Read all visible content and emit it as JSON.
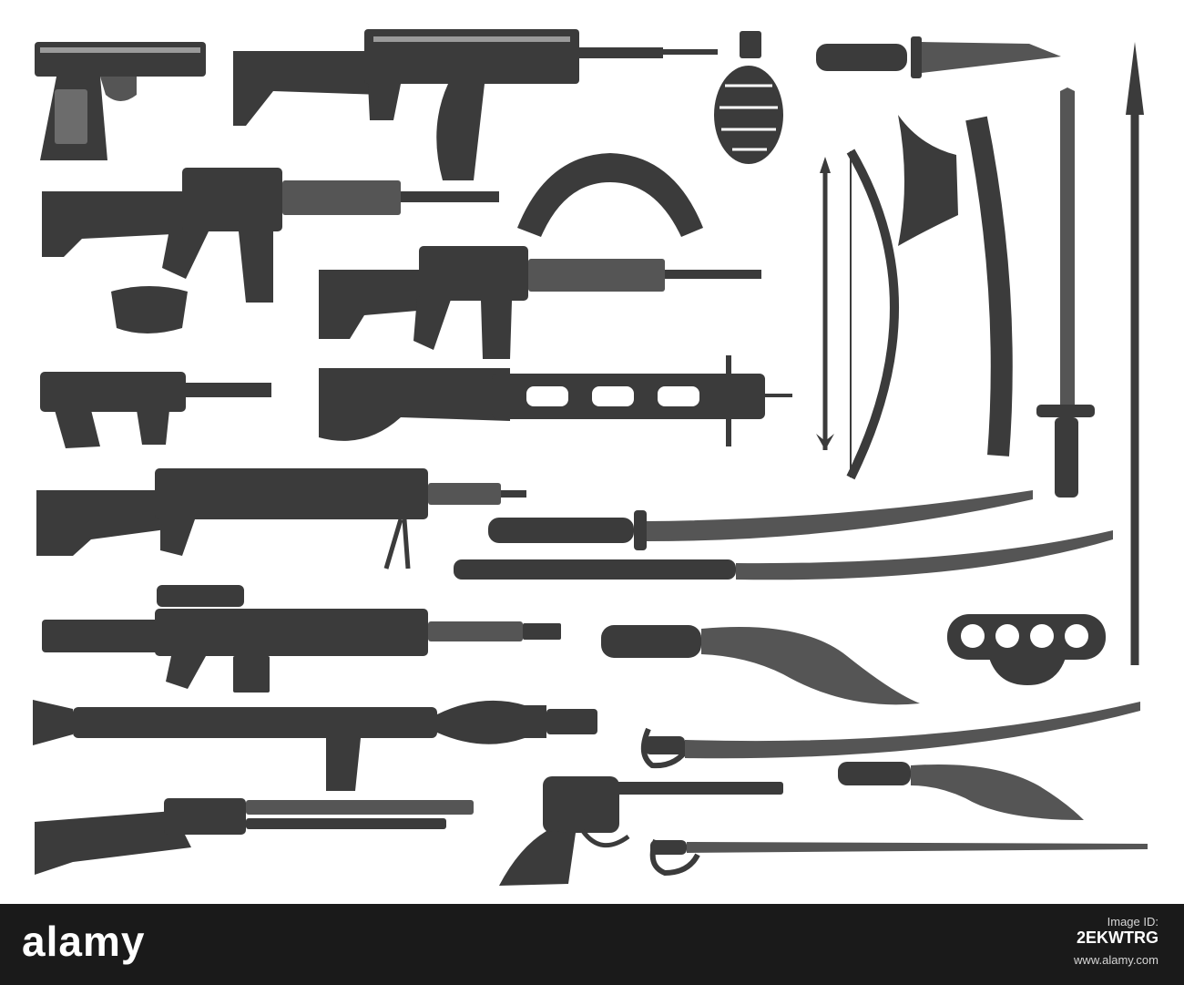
{
  "image": {
    "subject": "weapons",
    "style": "monochrome engraving",
    "colors": {
      "ink": "#3b3b3b",
      "background": "#ffffff",
      "footer": "#1a1a1a"
    }
  },
  "footer": {
    "brand": "alamy",
    "stock_id_label": "Image ID:",
    "stock_id": "2EKWTRG",
    "site": "www.alamy.com"
  }
}
